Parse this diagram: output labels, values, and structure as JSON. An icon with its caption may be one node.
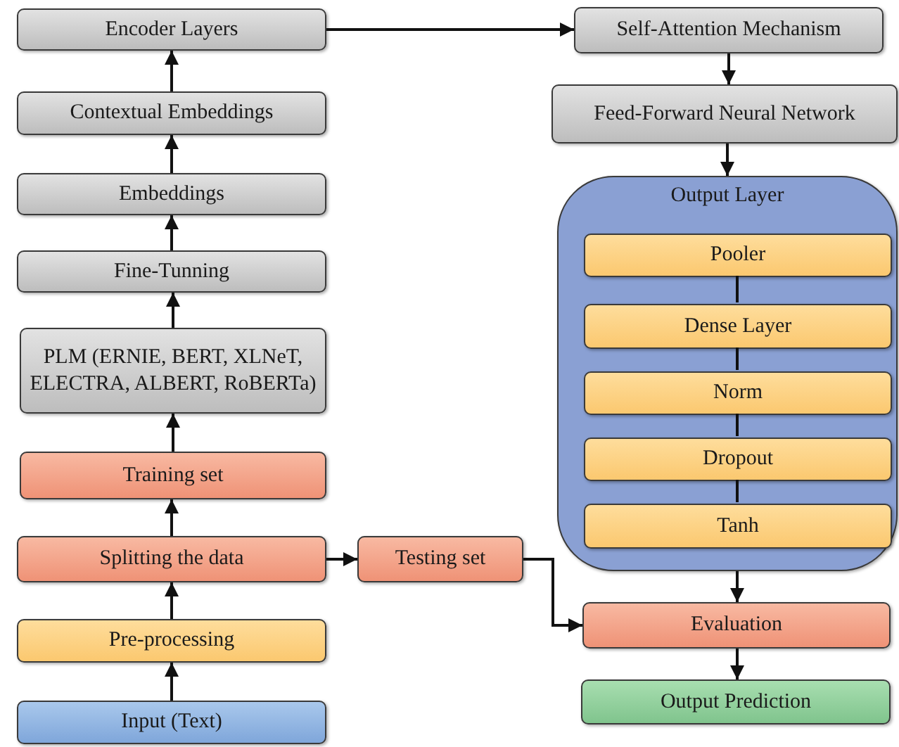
{
  "diagram": {
    "nodes": [
      {
        "text": [
          "Encoder Layers"
        ]
      },
      {
        "text": [
          "Self-Attention Mechanism"
        ]
      },
      {
        "text": [
          "Contextual Embeddings"
        ]
      },
      {
        "text": [
          "Feed-Forward Neural Network"
        ]
      },
      {
        "text": [
          "Embeddings"
        ]
      },
      {
        "text": [
          "Output Layer"
        ]
      },
      {
        "text": [
          "Pooler"
        ],
        "in": 5
      },
      {
        "text": [
          "Fine-Tunning"
        ]
      },
      {
        "text": [
          "Dense Layer"
        ],
        "in": 5
      },
      {
        "text": [
          "PLM (ERNIE, BERT, XLNeT, ELECTRA, ALBERT, RoBERTa)"
        ]
      },
      {
        "text": [
          "Norm"
        ],
        "in": 5
      },
      {
        "text": [
          "Dropout"
        ],
        "in": 5
      },
      {
        "text": [
          "Training set"
        ]
      },
      {
        "text": [
          "Tanh"
        ],
        "in": 5
      },
      {
        "text": [
          "Splitting the data"
        ]
      },
      {
        "text": [
          "Testing set"
        ]
      },
      {
        "text": [
          "Evaluation"
        ]
      },
      {
        "text": [
          "Pre-processing"
        ]
      },
      {
        "text": [
          "Output Prediction"
        ]
      },
      {
        "text": [
          "Input (Text)"
        ]
      }
    ],
    "edges": [
      {
        "from": 19,
        "to": 17,
        "arrow": "to"
      },
      {
        "from": 17,
        "to": 14,
        "arrow": "to"
      },
      {
        "from": 14,
        "to": 12,
        "arrow": "to"
      },
      {
        "from": 12,
        "to": 9,
        "arrow": "to"
      },
      {
        "from": 9,
        "to": 7,
        "arrow": "to"
      },
      {
        "from": 7,
        "to": 4,
        "arrow": "to"
      },
      {
        "from": 4,
        "to": 2,
        "arrow": "to"
      },
      {
        "from": 2,
        "to": 0,
        "arrow": "to"
      },
      {
        "from": 0,
        "to": 1,
        "arrow": "to"
      },
      {
        "from": 1,
        "to": 3,
        "arrow": "to"
      },
      {
        "from": 3,
        "to": 5,
        "arrow": "to"
      },
      {
        "from": 6,
        "to": 8,
        "arrow": "none"
      },
      {
        "from": 8,
        "to": 10,
        "arrow": "none"
      },
      {
        "from": 10,
        "to": 11,
        "arrow": "none"
      },
      {
        "from": 11,
        "to": 13,
        "arrow": "none"
      },
      {
        "from": 14,
        "to": 15,
        "arrow": "to"
      },
      {
        "from": 15,
        "to": 16,
        "arrow": "to"
      },
      {
        "from": 5,
        "to": 16,
        "arrow": "to"
      },
      {
        "from": 16,
        "to": 18,
        "arrow": "to"
      }
    ]
  }
}
